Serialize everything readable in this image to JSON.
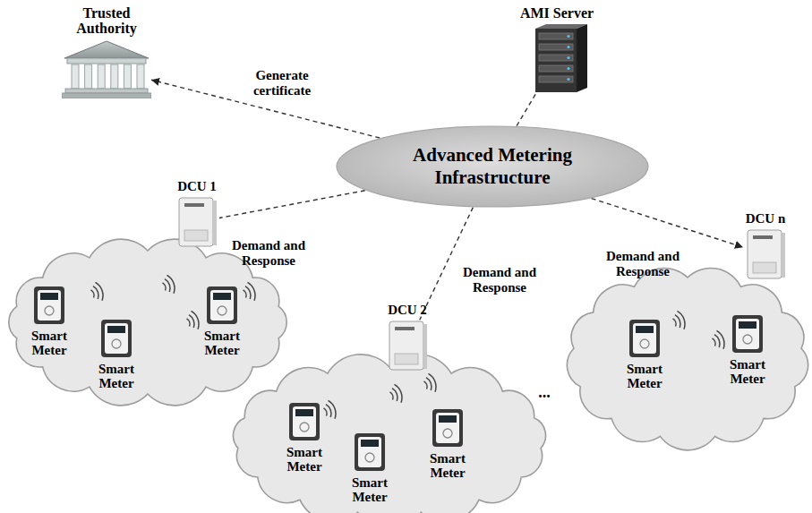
{
  "diagram": {
    "nodes": [
      {
        "text": [
          "Trusted Authority"
        ]
      },
      {
        "text": [
          "AMI Server"
        ]
      },
      {
        "text": [
          "Advanced Metering Infrastructure"
        ]
      },
      {
        "text": [
          "DCU 1"
        ]
      },
      {
        "text": [
          "DCU n"
        ]
      },
      {
        "text": [
          "DCU 2"
        ]
      },
      {
        "text": [
          "Smart Meter"
        ]
      },
      {
        "text": [
          "Smart Meter"
        ]
      },
      {
        "text": [
          "Smart Meter"
        ]
      },
      {
        "text": [
          "Smart Meter"
        ]
      },
      {
        "text": [
          "Smart Meter"
        ]
      },
      {
        "text": [
          "Smart Meter"
        ]
      },
      {
        "text": [
          "Smart Meter"
        ]
      },
      {
        "text": [
          "Smart Meter"
        ]
      }
    ],
    "edges": [
      {
        "from": 2,
        "to": 0,
        "arrow": "to",
        "label": "Generate certificate"
      },
      {
        "from": 2,
        "to": 1,
        "arrow": "none"
      },
      {
        "from": 2,
        "to": 3,
        "arrow": "none",
        "label": "Demand and Response"
      },
      {
        "from": 2,
        "to": 5,
        "arrow": "none",
        "label": "Demand and Response"
      },
      {
        "from": 2,
        "to": 4,
        "arrow": "to",
        "label": "Demand and Response"
      }
    ],
    "labels": [
      "..."
    ]
  }
}
